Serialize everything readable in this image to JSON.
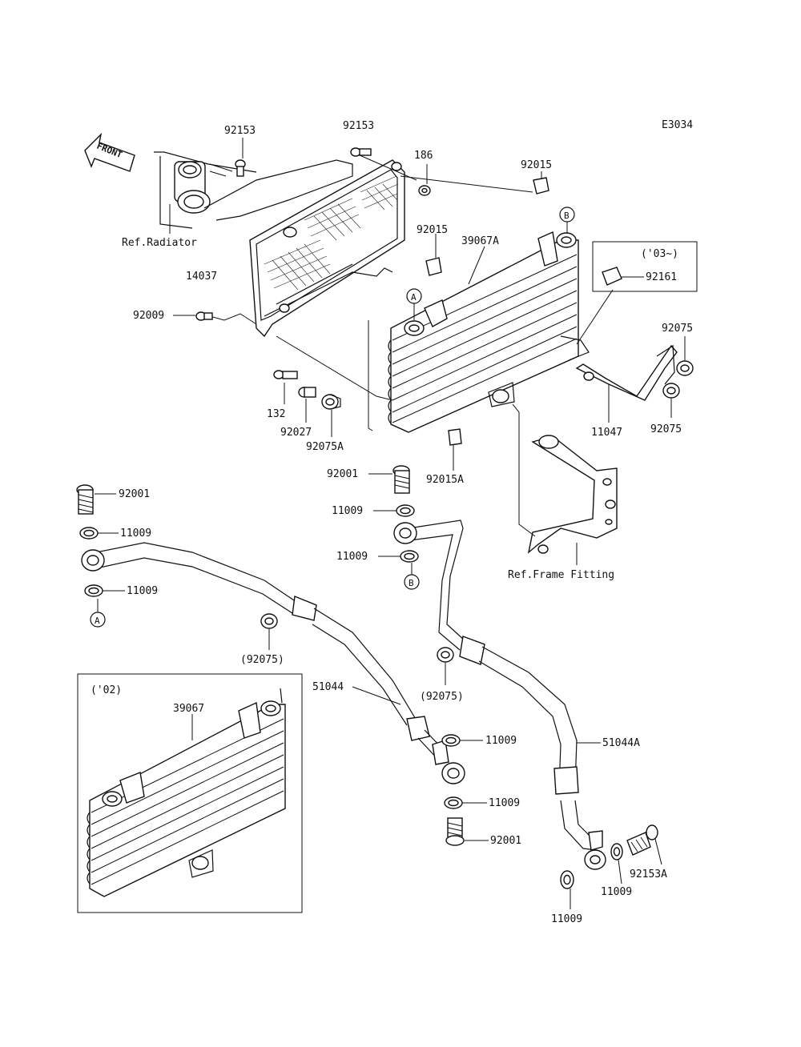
{
  "diagram_code": "E3034",
  "front_label": "FRONT",
  "refs": {
    "radiator": "Ref.Radiator",
    "frame_fitting": "Ref.Frame Fitting"
  },
  "year_notes": {
    "y03": "('03~)",
    "y02": "('02)"
  },
  "markers": {
    "a": "A",
    "b": "B"
  },
  "labels": {
    "p92153_left": "92153",
    "p92153_top": "92153",
    "p186": "186",
    "p92015_top": "92015",
    "p92015_mid": "92015",
    "p39067a": "39067A",
    "p14037": "14037",
    "p92161": "92161",
    "p92009": "92009",
    "p92075_r1": "92075",
    "p92075_r2": "92075",
    "p11047": "11047",
    "p132": "132",
    "p92027": "92027",
    "p92075a": "92075A",
    "p92015a": "92015A",
    "p92001_left": "92001",
    "p11009_l1": "11009",
    "p11009_l2": "11009",
    "p92001_mid": "92001",
    "p11009_m1": "11009",
    "p11009_m2": "11009",
    "p92075_paren1": "(92075)",
    "p92075_paren2": "(92075)",
    "p51044": "51044",
    "p51044a": "51044A",
    "p39067": "39067",
    "p11009_b1": "11009",
    "p11009_b2": "11009",
    "p92001_bottom": "92001",
    "p92153a": "92153A",
    "p11009_r1": "11009",
    "p11009_r2": "11009"
  }
}
